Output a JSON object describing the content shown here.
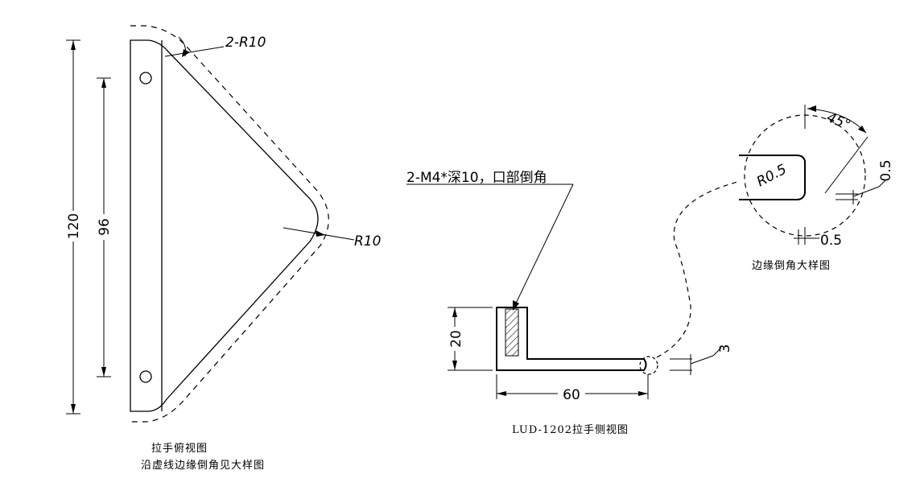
{
  "top_view": {
    "dim_total_height": "120",
    "dim_hole_spacing": "96",
    "callout_corner_radius": "2-R10",
    "callout_apex_radius": "R10",
    "caption_line1": "拉手俯视图",
    "caption_line2": "沿虚线边缘倒角见大样图"
  },
  "side_view": {
    "thread_note": "2-M4*深10，口部倒角",
    "dim_height": "20",
    "dim_length": "60",
    "dim_thickness": "3",
    "caption": "LUD-1202拉手侧视图"
  },
  "detail_view": {
    "angle": "45°",
    "radius": "R0.5",
    "chamfer_vertical": "0.5",
    "chamfer_horizontal": "0.5",
    "caption": "边缘倒角大样图"
  }
}
